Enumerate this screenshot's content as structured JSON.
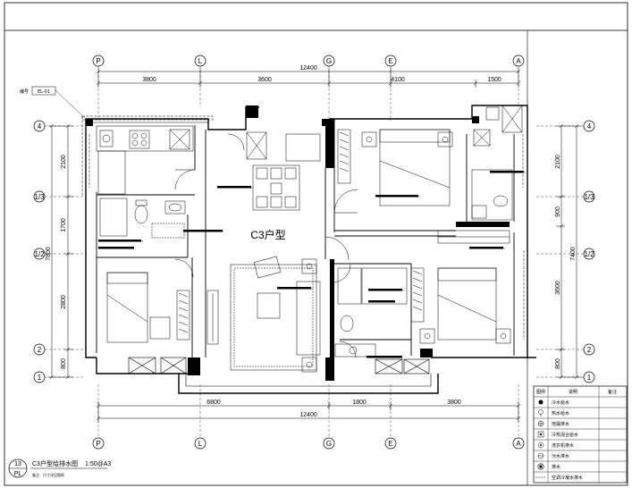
{
  "drawing": {
    "plan_label": "C3户型",
    "title_block": {
      "sheet_number": "13",
      "sheet_code": "PL",
      "title": "C3户型给排水图",
      "scale": "1:50@A3",
      "subtitle": "备注：尺寸详见图纸"
    },
    "tag": {
      "label": "编号",
      "value": "EL-01"
    },
    "grid_top": [
      "P",
      "L",
      "G",
      "E",
      "A"
    ],
    "grid_bottom": [
      "P",
      "L",
      "G",
      "E",
      "A"
    ],
    "grid_left": [
      "4",
      "1/3",
      "1/2",
      "2",
      "1"
    ],
    "grid_right": [
      "4",
      "1/3",
      "1/2",
      "2",
      "1"
    ],
    "dims_top": [
      "3800",
      "3600",
      "4100",
      "1500"
    ],
    "dims_top_total": "12400",
    "dims_bottom": [
      "6800",
      "1800",
      "3800"
    ],
    "dims_bottom_total": "12400",
    "dims_left": [
      "2100",
      "1700",
      "2800",
      "800"
    ],
    "dims_left_total": "7800",
    "dims_right": [
      "2100",
      "900",
      "3600",
      "800"
    ],
    "dims_right_total": "7400"
  },
  "legend": {
    "headers": [
      "图例",
      "说明",
      "备注"
    ],
    "rows": [
      {
        "icon": "cold-water-point-icon",
        "label": "冷水给水"
      },
      {
        "icon": "hot-water-point-icon",
        "label": "热水给水"
      },
      {
        "icon": "floor-drain-icon",
        "label": "地漏排水"
      },
      {
        "icon": "mixer-valve-icon",
        "label": "冷热混合给水"
      },
      {
        "icon": "washer-drain-icon",
        "label": "洗衣机排水"
      },
      {
        "icon": "sewage-icon",
        "label": "污水排水"
      },
      {
        "icon": "drain-pipe-icon",
        "label": "排水"
      },
      {
        "icon": "condensate-icon",
        "label": "空调冷凝水排水"
      }
    ]
  }
}
